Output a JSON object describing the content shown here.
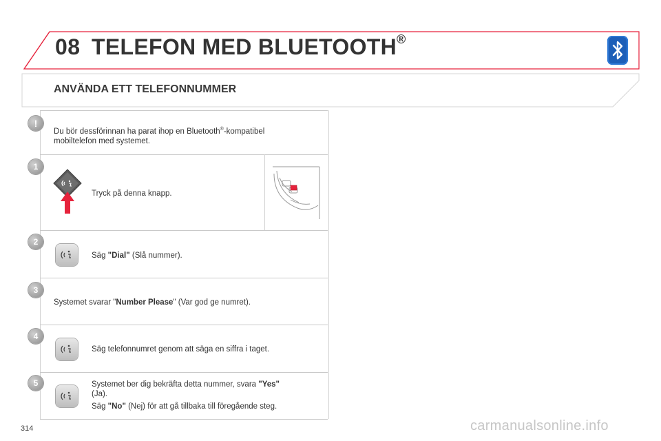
{
  "header": {
    "chapter_number": "08",
    "chapter_title": "TELEFON MED BLUETOOTH",
    "trademark": "®",
    "accent_color": "#e6233c",
    "bluetooth_badge_color": "#1d5fb8"
  },
  "section": {
    "title": "ANVÄNDA ETT TELEFONNUMMER"
  },
  "warning": {
    "icon": "exclamation-icon",
    "line1_pre": "Du bör dessförinnan ha parat ihop en Bluetooth",
    "line1_reg": "®",
    "line1_post": "-kompatibel",
    "line2": "mobiltelefon med systemet."
  },
  "steps": [
    {
      "number": "1",
      "text": "Tryck på denna knapp."
    },
    {
      "number": "2",
      "pre": "Säg ",
      "bold": "\"Dial\"",
      "post": " (Slå nummer)."
    },
    {
      "number": "3",
      "pre": "Systemet svarar \"",
      "bold": "Number Please",
      "post": "\" (Var god ge numret)."
    },
    {
      "number": "4",
      "text": "Säg telefonnumret genom att säga en siffra i taget."
    },
    {
      "number": "5",
      "line1_pre": "Systemet ber dig bekräfta detta nummer, svara ",
      "line1_bold": "\"Yes\"",
      "line2": "(Ja).",
      "line3_pre": "Säg ",
      "line3_bold": "\"No\"",
      "line3_post": " (Nej) för att gå tillbaka till föregående steg."
    }
  ],
  "footer": {
    "page_number": "314",
    "watermark": "carmanualsonline.info"
  }
}
